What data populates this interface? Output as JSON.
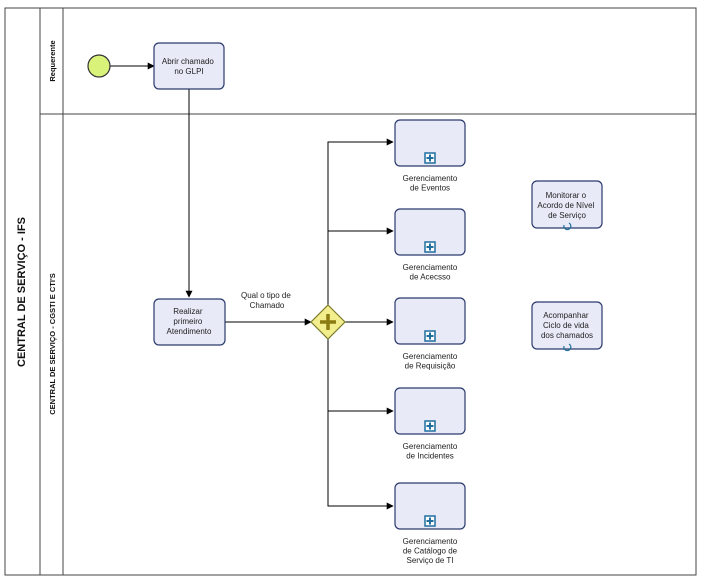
{
  "pool": {
    "title": "CENTRAL DE SERVIÇO - IFS"
  },
  "lanes": [
    {
      "id": "requerente",
      "label": "Requerente"
    },
    {
      "id": "central",
      "label": "CENTRAL DE SERVIÇO - CGSTI E CTI'S"
    }
  ],
  "tasks": {
    "abrir": [
      "Abrir chamado",
      "no GLPI"
    ],
    "realizar": [
      "Realizar",
      "primeiro",
      "Atendimento"
    ],
    "monitorar": [
      "Monitorar o",
      "Acordo de Nível",
      "de Serviço"
    ],
    "acompanhar": [
      "Acompanhar",
      "Ciclo de vida",
      "dos chamados"
    ]
  },
  "gateway": {
    "label": [
      "Qual o tipo de",
      "Chamado"
    ]
  },
  "subprocesses": [
    {
      "id": "eventos",
      "label": [
        "Gerenciamento",
        "de Eventos"
      ]
    },
    {
      "id": "acesso",
      "label": [
        "Gerenciamento",
        "de Acecsso"
      ]
    },
    {
      "id": "requisicao",
      "label": [
        "Gerenciamento",
        "de Requisição"
      ]
    },
    {
      "id": "incidentes",
      "label": [
        "Gerenciamento",
        "de Incidentes"
      ]
    },
    {
      "id": "catalogo",
      "label": [
        "Gerenciamento",
        "de Catálogo de",
        "Serviço de TI"
      ]
    }
  ],
  "colors": {
    "task_fill": "#e8eaf7",
    "task_stroke": "#2b3a6e",
    "start_fill": "#d9f27a",
    "gateway_fill": "#f2ee8e",
    "marker_blue": "#1f6e9e"
  },
  "icons": {
    "start": "start-event-icon",
    "gateway": "parallel-gateway-icon",
    "subprocess": "collapsed-subprocess-plus-icon",
    "loop": "loop-marker-icon"
  }
}
